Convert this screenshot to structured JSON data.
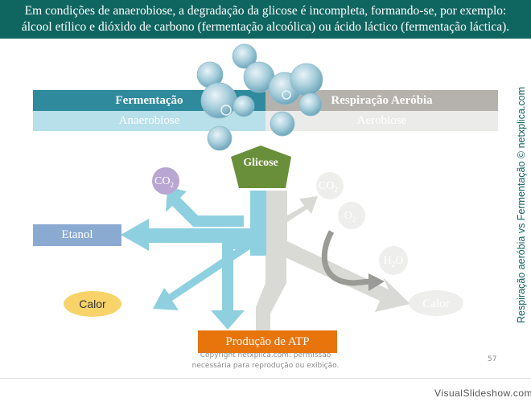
{
  "banner": {
    "line1": "Em condições de anaerobiose, a degradação da glicose é incompleta, formando-se, por exemplo:",
    "line2": "álcool etílico e dióxido de carbono (fermentação alcoólica) ou ácido láctico (fermentação láctica)."
  },
  "header": {
    "left_title": "Fermentação",
    "left_sub": "Anaerobiose",
    "right_title": "Respiração Aeróbia",
    "right_sub": "Aerobiose"
  },
  "diagram": {
    "glucose": "Glicose",
    "left": {
      "co2": "CO",
      "co2_sub": "2",
      "ethanol": "Etanol",
      "heat": "Calor"
    },
    "right": {
      "co2": "CO",
      "co2_sub": "2",
      "o2": "O",
      "o2_sub": "2",
      "h2o_h": "H",
      "h2o_sub": "2",
      "h2o_o": "O",
      "heat": "Calor"
    },
    "atp": "Produção de ATP"
  },
  "colors": {
    "banner": "#0f6560",
    "fermentation_header": "#2f8a9e",
    "aerobic_header": "#b5b2ad",
    "flow_left": "#8fd0e0",
    "flow_right": "#d7d7d4",
    "glucose": "#6a8f3a",
    "ethanol": "#8aaad2",
    "heat_left": "#f7d36a",
    "atp": "#e8740c",
    "co2_left": "#b9a6d3"
  },
  "side_text": "Respiração aeróbia vs Fermentação © netxplica.com",
  "footer": {
    "copyright_line1": "Copyright netxplica.com: permissão",
    "copyright_line2": "necessária para reprodução ou exibição.",
    "page_number": "57"
  },
  "watermark": "VisualSlideshow.com"
}
